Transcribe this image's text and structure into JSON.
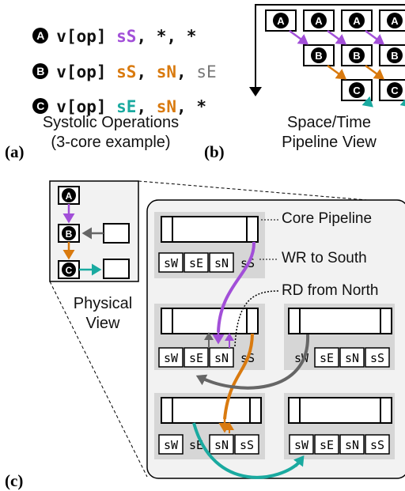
{
  "ops": [
    {
      "badge": "A",
      "code": "v[op] ",
      "a1": "sS",
      "sep1": ", ",
      "a2": "*",
      "sep2": ", ",
      "a3": "*"
    },
    {
      "badge": "B",
      "code": "v[op] ",
      "a1": "sS",
      "sep1": ", ",
      "a2": "sN",
      "sep2": ", ",
      "a3": "sE"
    },
    {
      "badge": "C",
      "code": "v[op] ",
      "a1": "sE",
      "sep1": ", ",
      "a2": "sN",
      "sep2": ", ",
      "a3": "*"
    }
  ],
  "colors": {
    "purple": "#a24fd8",
    "orange": "#d97a0f",
    "teal": "#1aaaa0",
    "gray": "#666666",
    "panel": "#f2f2f2"
  },
  "captions": {
    "systolic_line1": "Systolic Operations",
    "systolic_line2": "(3-core example)",
    "pipeline_line1": "Space/Time",
    "pipeline_line2": "Pipeline View",
    "physical_line1": "Physical",
    "physical_line2": "View"
  },
  "labels": {
    "a": "(a)",
    "b": "(b)",
    "c": "(c)"
  },
  "callouts": {
    "core_pipeline": "Core Pipeline",
    "wr_south": "WR to South",
    "rd_north": "RD from North"
  },
  "queues": [
    "sW",
    "sE",
    "sN",
    "sS"
  ],
  "badges": {
    "a": "A",
    "b": "B",
    "c": "C"
  }
}
